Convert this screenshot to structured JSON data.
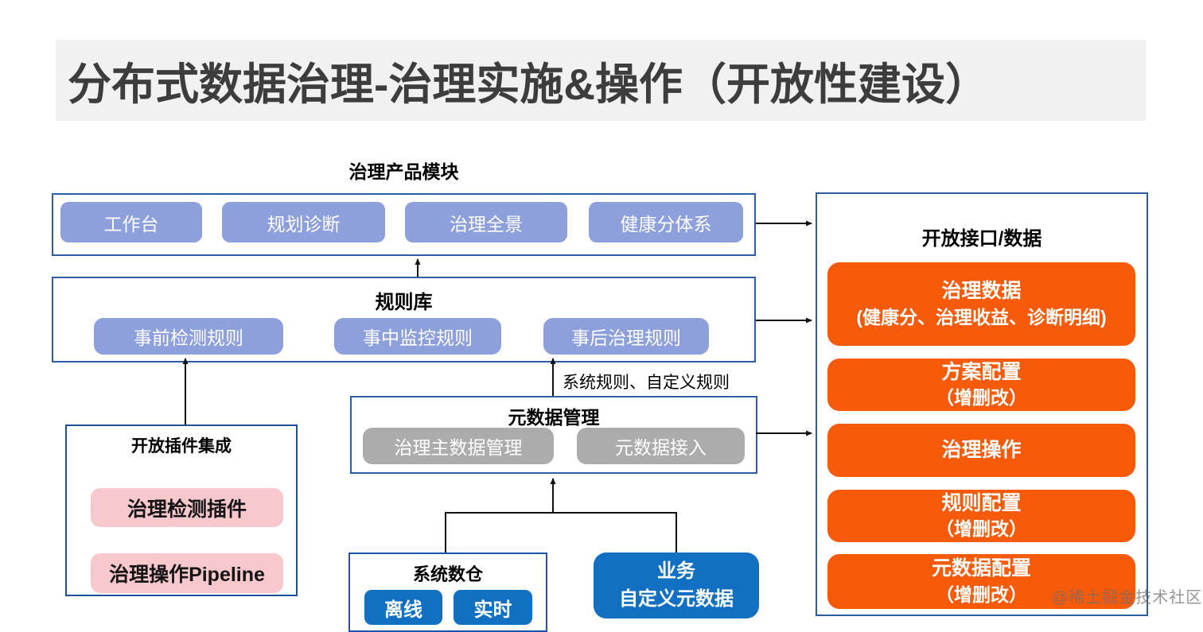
{
  "page": {
    "title": "分布式数据治理-治理实施&操作（开放性建设）",
    "watermark": "@稀土掘金技术社区"
  },
  "product_modules": {
    "label": "治理产品模块",
    "items": [
      "工作台",
      "规划诊断",
      "治理全景",
      "健康分体系"
    ]
  },
  "rule_library": {
    "title": "规则库",
    "items": [
      "事前检测规则",
      "事中监控规则",
      "事后治理规则"
    ],
    "note": "系统规则、自定义规则"
  },
  "metadata_mgmt": {
    "title": "元数据管理",
    "items": [
      "治理主数据管理",
      "元数据接入"
    ]
  },
  "plugin_integration": {
    "title": "开放插件集成",
    "items": [
      "治理检测插件",
      "治理操作Pipeline"
    ]
  },
  "system_warehouse": {
    "title": "系统数仓",
    "items": [
      "离线",
      "实时"
    ]
  },
  "business_metadata": {
    "line1": "业务",
    "line2": "自定义元数据"
  },
  "open_api": {
    "title": "开放接口/数据",
    "buttons": [
      {
        "line1": "治理数据",
        "line2": "(健康分、治理收益、诊断明细)"
      },
      {
        "line1": "方案配置",
        "line2": "（增删改）"
      },
      {
        "line1": "治理操作",
        "line2": ""
      },
      {
        "line1": "规则配置",
        "line2": "（增删改）"
      },
      {
        "line1": "元数据配置",
        "line2": "（增删改）"
      }
    ]
  },
  "colors": {
    "accent_orange": "#f75a08",
    "periwinkle": "#8da0dc",
    "gray_button": "#acacac",
    "pink_button": "#f8c8cd",
    "blue_button": "#1170c2",
    "box_border": "#2d5ca7",
    "title_band": "#f1f1f1",
    "title_text": "#3d3d3d"
  }
}
